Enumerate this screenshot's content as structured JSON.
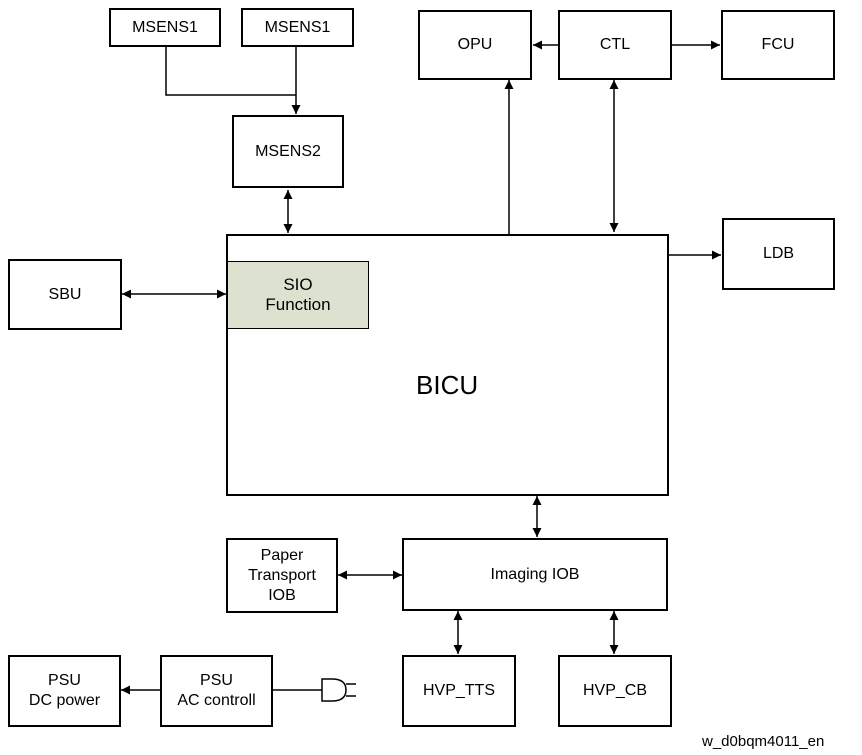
{
  "diagram": {
    "blocks": {
      "msens1_a": "MSENS1",
      "msens1_b": "MSENS1",
      "msens2": "MSENS2",
      "opu": "OPU",
      "ctl": "CTL",
      "fcu": "FCU",
      "ldb": "LDB",
      "sbu": "SBU",
      "sio": "SIO\nFunction",
      "bicu": "BICU",
      "paper_transport_iob": "Paper\nTransport\nIOB",
      "imaging_iob": "Imaging IOB",
      "psu_dc": "PSU\nDC power",
      "psu_ac": "PSU\nAC controll",
      "hvp_tts": "HVP_TTS",
      "hvp_cb": "HVP_CB"
    },
    "caption": "w_d0bqm4011_en",
    "plug_icon": "power-plug-icon",
    "colors": {
      "sio_fill": "#dde1cf",
      "line": "#000000"
    }
  }
}
